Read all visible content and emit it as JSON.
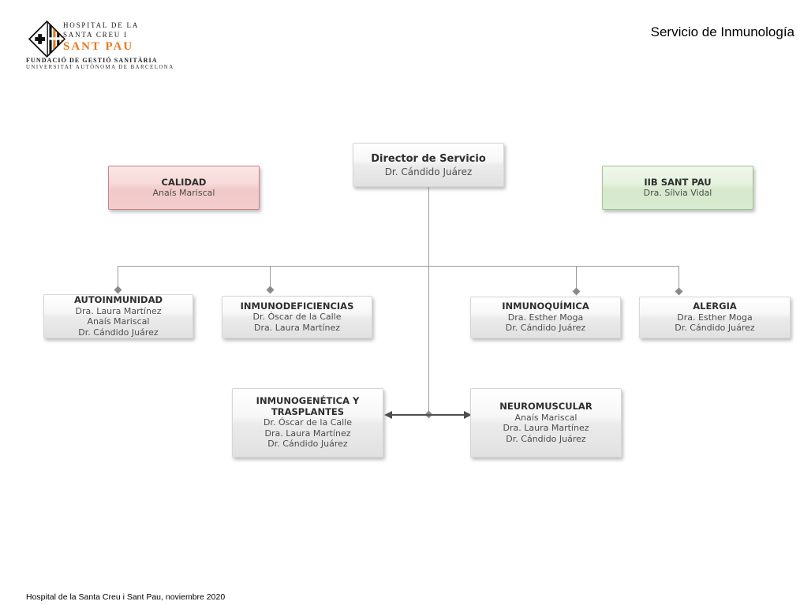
{
  "page": {
    "title": "Servicio de Inmunología",
    "footer": "Hospital de la Santa Creu i Sant Pau, noviembre 2020"
  },
  "logo": {
    "line1": "HOSPITAL DE LA",
    "line2": "SANTA CREU I",
    "line3": "SANT PAU",
    "line4": "FUNDACIÓ DE GESTIÓ SANITÀRIA",
    "line5": "UNIVERSITAT AUTÒNOMA DE BARCELONA",
    "orange": "#e87a1e"
  },
  "colors": {
    "node_gray_fill": "#e1e1e1",
    "node_gray_border": "#d6d6d6",
    "calidad_fill": "#f1c9c9",
    "calidad_border": "#c98383",
    "iib_fill": "#d6e9cc",
    "iib_border": "#9fc492",
    "connector": "#9a9a9a",
    "arrow": "#4f4f4f"
  },
  "org": {
    "director": {
      "title": "Director de Servicio",
      "members": [
        "Dr. Cándido Juárez"
      ]
    },
    "calidad": {
      "title": "CALIDAD",
      "members": [
        "Anaís Mariscal"
      ]
    },
    "iib_sant_pau": {
      "title": "IIB SANT PAU",
      "members": [
        "Dra. Sílvia Vidal"
      ]
    },
    "sections": [
      {
        "title": "AUTOINMUNIDAD",
        "members": [
          "Dra. Laura Martínez",
          "Anaís Mariscal",
          "Dr. Cándido Juárez"
        ]
      },
      {
        "title": "INMUNODEFICIENCIAS",
        "members": [
          "Dr. Óscar de la Calle",
          "Dra. Laura Martínez"
        ]
      },
      {
        "title": "INMUNOQUÍMICA",
        "members": [
          "Dra. Esther Moga",
          "Dr. Cándido Juárez"
        ]
      },
      {
        "title": "ALERGIA",
        "members": [
          "Dra. Esther Moga",
          "Dr. Cándido Juárez"
        ]
      }
    ],
    "labs": [
      {
        "title": "INMUNOGENÉTICA Y TRASPLANTES",
        "members": [
          "Dr. Óscar de la Calle",
          "Dra. Laura Martínez",
          "Dr. Cándido Juárez"
        ]
      },
      {
        "title": "NEUROMUSCULAR",
        "members": [
          "Anaís Mariscal",
          "Dra. Laura Martínez",
          "Dr. Cándido Juárez"
        ]
      }
    ]
  }
}
